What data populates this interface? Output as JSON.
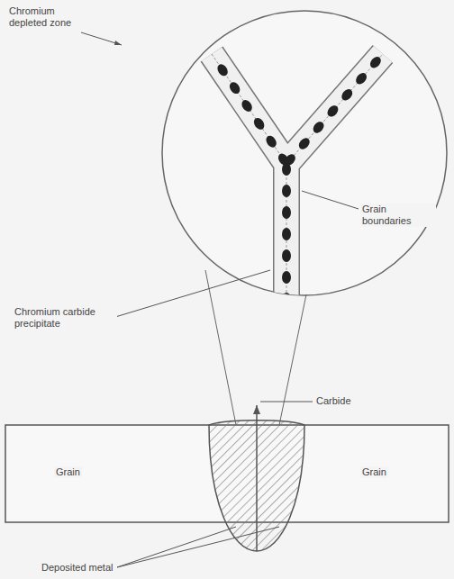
{
  "diagram": {
    "labels": [
      "Chromium depleted zone",
      "Grain boundaries",
      "Chromium carbide precipitate",
      "Carbide",
      "Grain",
      "Grain",
      "Deposited metal"
    ]
  }
}
